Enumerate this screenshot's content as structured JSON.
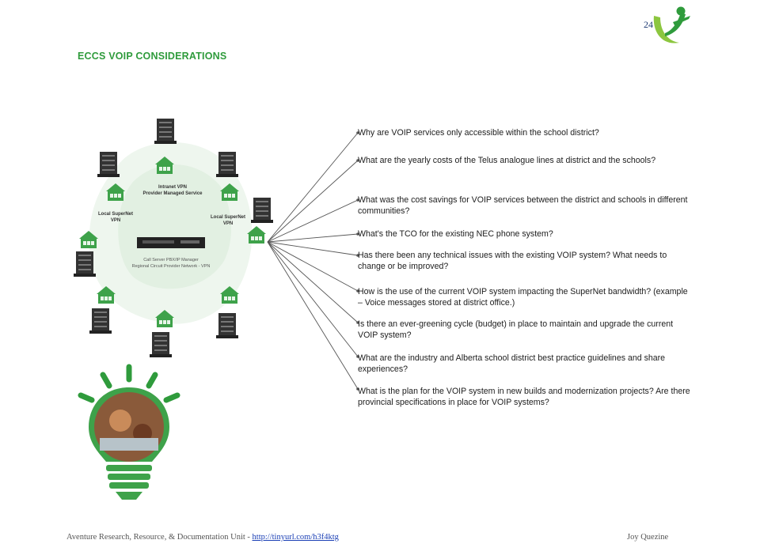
{
  "header": {
    "page_number": "24",
    "title": "ECCS VOIP CONSIDERATIONS"
  },
  "diagram": {
    "center_label_line1": "Intranet VPN",
    "center_label_line2": "Provider Managed Service",
    "left_label_line1": "Local SuperNet",
    "left_label_line2": "VPN",
    "right_label_line1": "Local SuperNet",
    "right_label_line2": "VPN",
    "device_label_line1": "Call Server PBX/IP Manager",
    "device_label_line2": "Regional Circuit Provider Network - VPN"
  },
  "questions": [
    "Why are VOIP services only accessible within the school district?",
    "What are the yearly costs of the Telus analogue lines at district and the schools?",
    "What was the cost savings for VOIP services between the district and schools in different communities?",
    "What's the TCO for the existing NEC phone system?",
    "Has there been any technical issues with the existing VOIP system? What needs to change or be improved?",
    "How is the use of the current VOIP system impacting the SuperNet bandwidth? (example – Voice messages stored at district office.)",
    "Is there an ever-greening cycle (budget) in place to maintain and upgrade the current VOIP system?",
    "What are the industry and Alberta school district best practice guidelines and share experiences?",
    "What is the plan for the VOIP system in new builds and modernization projects? Are there provincial specifications in place for VOIP systems?"
  ],
  "footer": {
    "left_text": "Aventure Research, Resource, & Documentation Unit - ",
    "link_text": "http://tinyurl.com/h3f4ktg",
    "right_text": "Joy Quezine"
  },
  "colors": {
    "accent_green": "#2f9b3c",
    "page_number_blue": "#1f3b73",
    "link_blue": "#1a3fb5"
  }
}
